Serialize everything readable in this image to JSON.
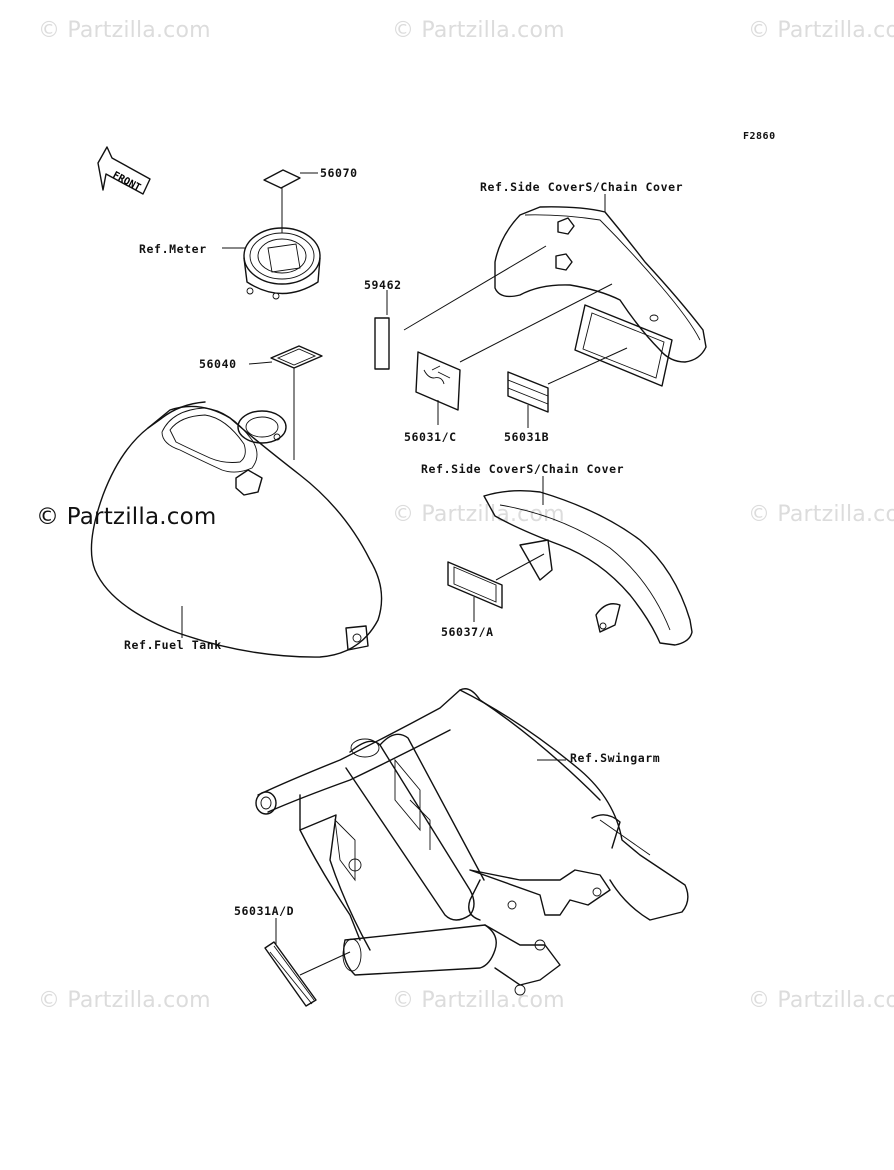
{
  "figure_code": "F2860",
  "watermark": {
    "text": "© Partzilla.com",
    "text_dark": "© Partzilla.com"
  },
  "front_arrow": {
    "text": "FRONT"
  },
  "labels": {
    "p56070": "56070",
    "ref_meter": "Ref.Meter",
    "ref_side_covers_1": "Ref.Side CoverS/Chain Cover",
    "p59462": "59462",
    "p56040": "56040",
    "p56031c": "56031/C",
    "p56031b": "56031B",
    "ref_side_covers_2": "Ref.Side CoverS/Chain Cover",
    "p56037a": "56037/A",
    "ref_fuel_tank": "Ref.Fuel Tank",
    "ref_swingarm": "Ref.Swingarm",
    "p56031ad": "56031A/D"
  }
}
